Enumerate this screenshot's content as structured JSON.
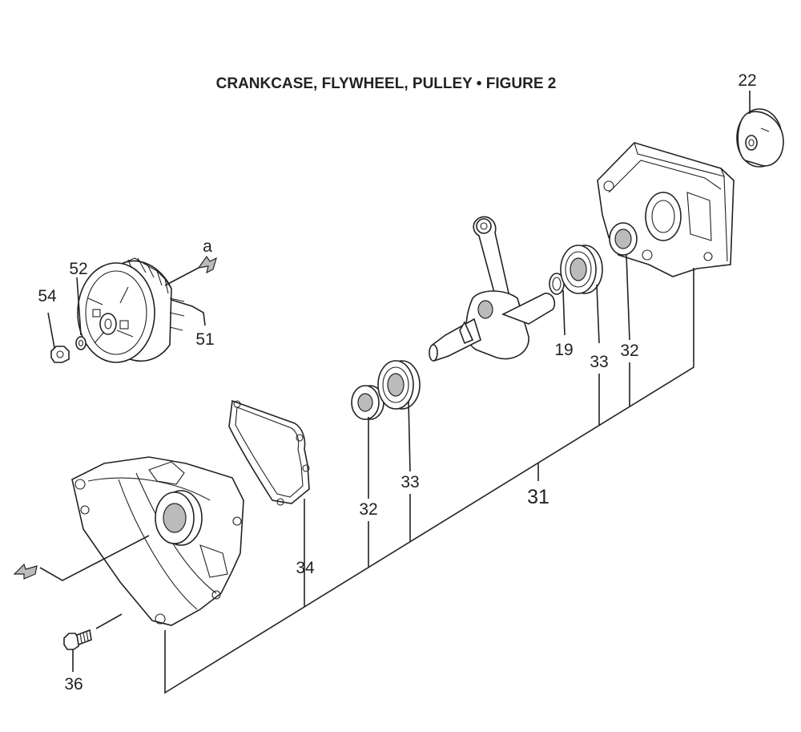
{
  "title": "CRANKCASE, FLYWHEEL, PULLEY  •  FIGURE 2",
  "arrow_label": "a",
  "callouts": {
    "pulley": "22",
    "flywheel_washer": "52",
    "flywheel_nut": "54",
    "flywheel": "51",
    "thrust_washer": "19",
    "bearing_right": "33",
    "seal_right": "32",
    "crankcase_assembly": "31",
    "seal_left": "32",
    "bearing_left": "33",
    "gasket": "34",
    "bolt": "36"
  },
  "colors": {
    "line": "#222222",
    "background": "#ffffff"
  }
}
